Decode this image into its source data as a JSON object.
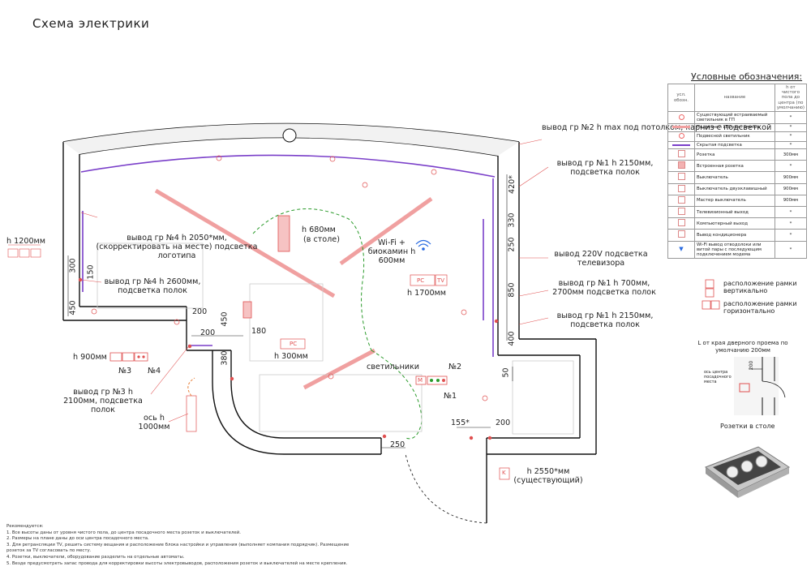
{
  "title": "Схема электрики",
  "colors": {
    "wall": "#111111",
    "wall_fill": "#ffffff",
    "led": "#f0a0a0",
    "hidden_light": "#7a3fc9",
    "socket": "#e05050",
    "dash": "#2a9a2a",
    "orange": "#e8803a",
    "leader": "#e05050"
  },
  "annotations": {
    "gr2": "вывод гр №2 h max под потолком, карниз с подсветкой",
    "gr1_top": "вывод гр №1 h 2150мм, подсветка полок",
    "tv220": "вывод 220V подсветка телевизора",
    "gr1_mid": "вывод гр №1 h 700мм, 2700мм подсветка полок",
    "gr1_low": "вывод гр №1 h 2150мм, подсветка полок",
    "gr4_top": "вывод гр №4 h 2050*мм, (скорректировать на месте) подсветка логотипа",
    "gr4_low": "вывод гр №4 h 2600мм, подсветка полок",
    "h1200": "h 1200мм",
    "h680": "h 680мм",
    "h680_sub": "(в столе)",
    "wifi": "Wi-Fi + биокамин h 600мм",
    "h1700": "h 1700мм",
    "h900": "h 900мм",
    "n3": "№3",
    "n4": "№4",
    "gr3": "вывод гр №3 h 2100мм, подсветка полок",
    "os_h": "ось h 1000мм",
    "h300": "h 300мм",
    "svetilniki": "светильники",
    "n2": "№2",
    "n1": "№1",
    "h2550": "h 2550*мм (существующий)",
    "pc": "PC",
    "tv": "TV",
    "m": "М",
    "k": "K"
  },
  "dims": {
    "d420": "420*",
    "d330": "330",
    "d250r": "250",
    "d850": "850",
    "d400": "400",
    "d300": "300",
    "d150": "150",
    "d450l": "450",
    "d200a": "200",
    "d450b": "450",
    "d200b": "200",
    "d180": "180",
    "d380": "380",
    "d50": "50",
    "d155": "155*",
    "d200c": "200",
    "d250b": "250"
  },
  "legend": {
    "title": "Условные обозначения:",
    "head": [
      "усл. обозн.",
      "название",
      "h от чистого пола до центра (по умолчанию)"
    ],
    "rows": [
      {
        "icon": "recessed-light-icon",
        "name": "Существующий встраиваемый светильник в ГП",
        "val": "*"
      },
      {
        "icon": "led-strip-icon",
        "name": "Подвесной LED светильник",
        "val": "*"
      },
      {
        "icon": "pendant-light-icon",
        "name": "Подвесной светильник",
        "val": "*"
      },
      {
        "icon": "hidden-light-icon",
        "name": "Скрытая подсветка",
        "val": "*"
      },
      {
        "icon": "socket-icon",
        "name": "Розетка",
        "val": "300мм"
      },
      {
        "icon": "built-in-socket-icon",
        "name": "Встроенная розетка",
        "val": "*"
      },
      {
        "icon": "switch-icon",
        "name": "Выключатель",
        "val": "900мм"
      },
      {
        "icon": "double-switch-icon",
        "name": "Выключатель двухклавишный",
        "val": "900мм"
      },
      {
        "icon": "master-switch-icon",
        "name": "Мастер выключатель",
        "val": "900мм"
      },
      {
        "icon": "tv-outlet-icon",
        "name": "Телевизионный выход",
        "val": "*"
      },
      {
        "icon": "pc-outlet-icon",
        "name": "Компьютерный выход",
        "val": "*"
      },
      {
        "icon": "ac-outlet-icon",
        "name": "Вывод кондиционера",
        "val": "*"
      },
      {
        "icon": "wifi-icon",
        "name": "Wi-Fi вывод отводолоки или витой пары с последующим подключением модема",
        "val": "*"
      }
    ]
  },
  "frames": {
    "vertical": "расположение рамки вертикально",
    "horizontal": "расположение рамки горизонтально"
  },
  "doorway": {
    "title": "L от края дверного проема по умолчанию 200мм",
    "axis": "ось центра посадочного места",
    "d200": "200"
  },
  "table_sockets": "Розетки в столе",
  "notes": {
    "head": "Рекомендуется:",
    "items": [
      "1. Все высоты даны от уровня чистого пола, до центра посадочного места розеток и выключателей.",
      "2. Размеры на плане даны до оси центра посадочного места.",
      "3. Для ретрансляции TV, решить систему вещания и расположение блока настройки и управления (выполняет компания подрядчик). Размещение",
      "розеток за TV согласовать по месту.",
      "4. Розетки, выключатели, оборудование разделить на отдельные автоматы.",
      "5. Везде предусмотреть запас провода для корректировки высоты электровыводов, расположения розеток и выключателей на месте крепления."
    ]
  }
}
